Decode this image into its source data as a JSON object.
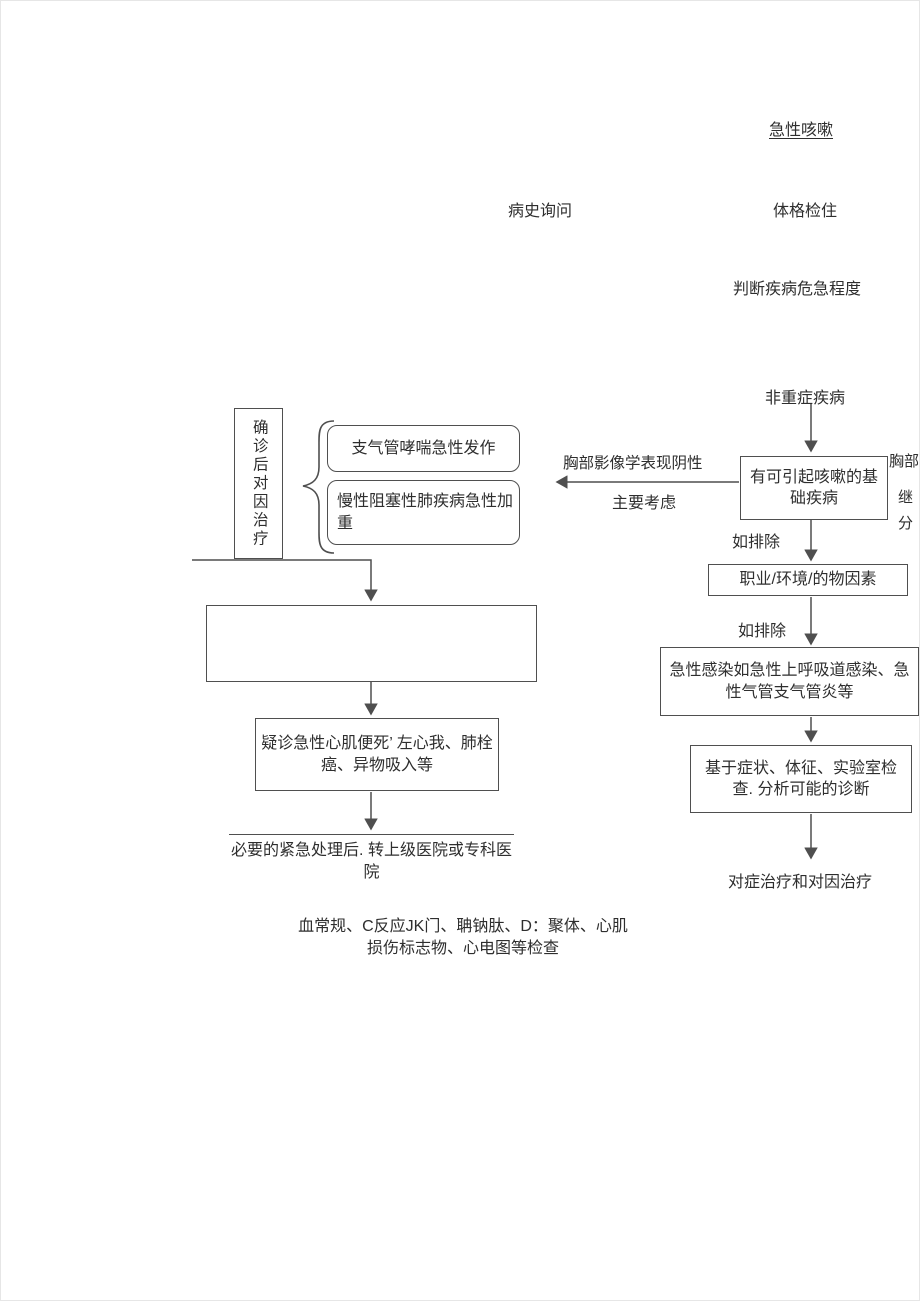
{
  "diagram": {
    "title": "急性咳嗽",
    "history_label": "病史询问",
    "physical_label": "体格检住",
    "triage_label": "判断疾病危急程度",
    "non_severe_label": "非重症疾病",
    "confirmed_treatment_label": "确诊后对因治疗",
    "asthma_box": "支气管哮喘急性发作",
    "copd_box": "慢性阻塞性肺疾病急性加重",
    "imaging_negative_label": "胸部影像学表现阴性",
    "main_consideration_label": "主要考虑",
    "underlying_disease_box": "有可引起咳嗽的基础疾病",
    "exclude_label_1": "如排除",
    "occupational_box": "职业/环境/的物因素",
    "exclude_label_2": "如排除",
    "infection_box": "急性感染如急性上呼吸道感染、急性气管支气管炎等",
    "analysis_box": "基于症状、体征、实验室检查. 分析可能的诊断",
    "treatment_label": "对症治疗和对因治疗",
    "suspect_box": "疑诊急性心肌便死’ 左心我、肺栓癌、异物吸入等",
    "emergency_box": "必要的紧急处理后. 转上级医院或专科医院",
    "footnote": "血常规、C反应JK门、聃钠肽、D：聚体、心肌损伤标志物、心电图等检查",
    "edge_fragment_1": "胸部",
    "edge_fragment_2": "继",
    "edge_fragment_3": "分"
  }
}
